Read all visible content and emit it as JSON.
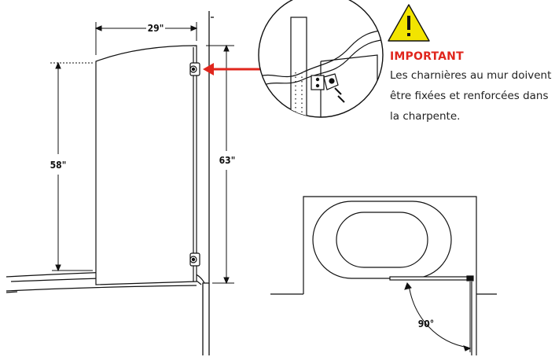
{
  "important": {
    "title": "IMPORTANT",
    "text": "Les charnières au mur doivent être fixées et renforcées dans la charpente."
  },
  "dimensions": {
    "width": "29\"",
    "panel_height": "58\"",
    "total_height": "63\"",
    "angle": "90°"
  },
  "icons": {
    "warning": "warning-triangle-icon",
    "arrow": "red-arrow-icon"
  },
  "colors": {
    "warning_fill": "#f2e400",
    "accent_red": "#e0261d",
    "line": "#111111"
  }
}
